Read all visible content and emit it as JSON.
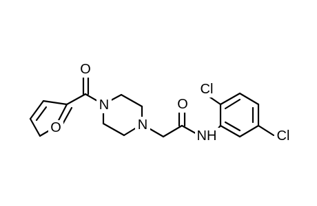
{
  "molecule": {
    "atoms": {
      "carbonyl_O_top": "O",
      "furan_O": "O",
      "piperazine_N_left": "N",
      "piperazine_N_right": "N",
      "amide_O": "O",
      "amide_NH": "NH",
      "Cl_ortho": "Cl",
      "Cl_meta": "Cl"
    }
  },
  "colors": {
    "bond": "#000000",
    "label": "#000000",
    "background": "#ffffff"
  }
}
